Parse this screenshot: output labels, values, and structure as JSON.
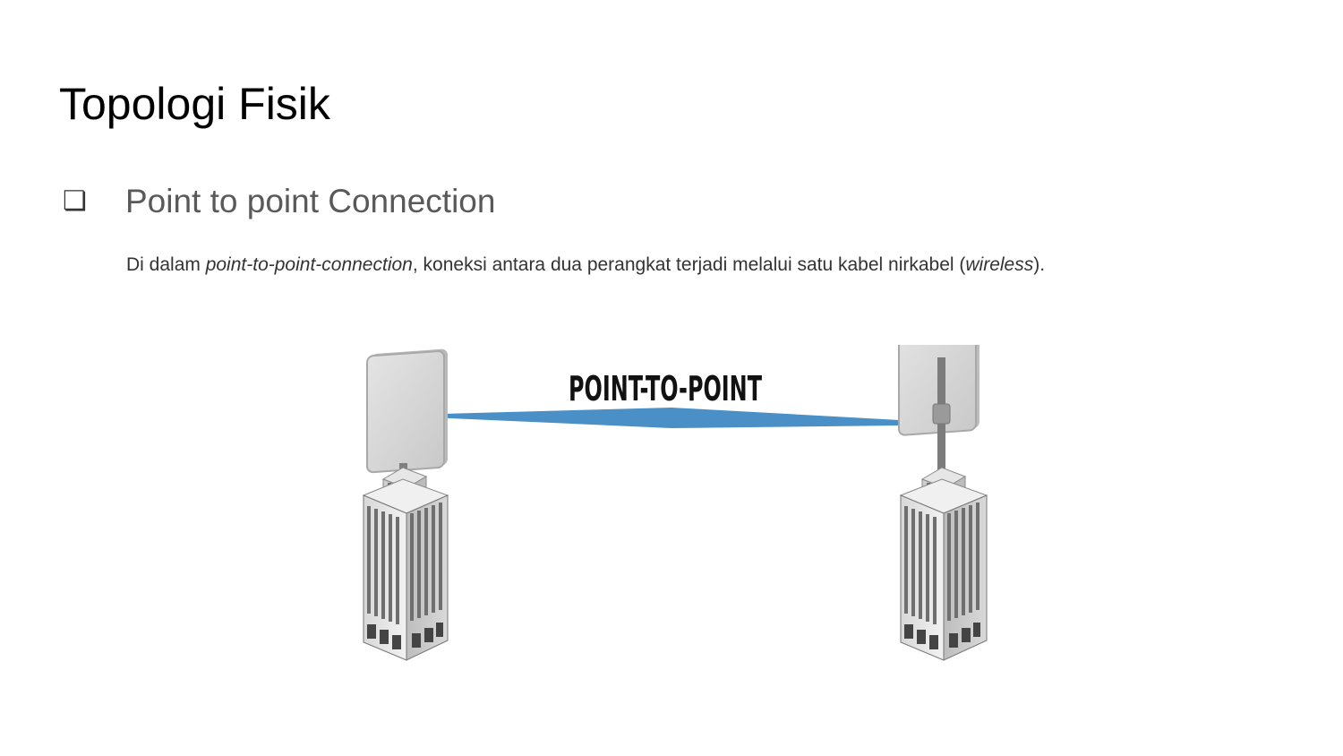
{
  "slide": {
    "title": "Topologi Fisik",
    "bullet": {
      "icon": "checkbox-bullet-icon",
      "glyph": "❏",
      "text": "Point to point Connection"
    },
    "body": {
      "part1": "Di dalam ",
      "italic1": "point-to-point-connection",
      "part2": ", koneksi antara dua perangkat terjadi melalui satu kabel nirkabel (",
      "italic2": "wireless",
      "part3": ")."
    },
    "illustration": {
      "label": "POINT-TO-POINT",
      "beam_color": "#4a90c8",
      "icons": [
        "left-building-icon",
        "right-building-icon",
        "left-antenna-icon",
        "right-antenna-icon"
      ]
    }
  }
}
